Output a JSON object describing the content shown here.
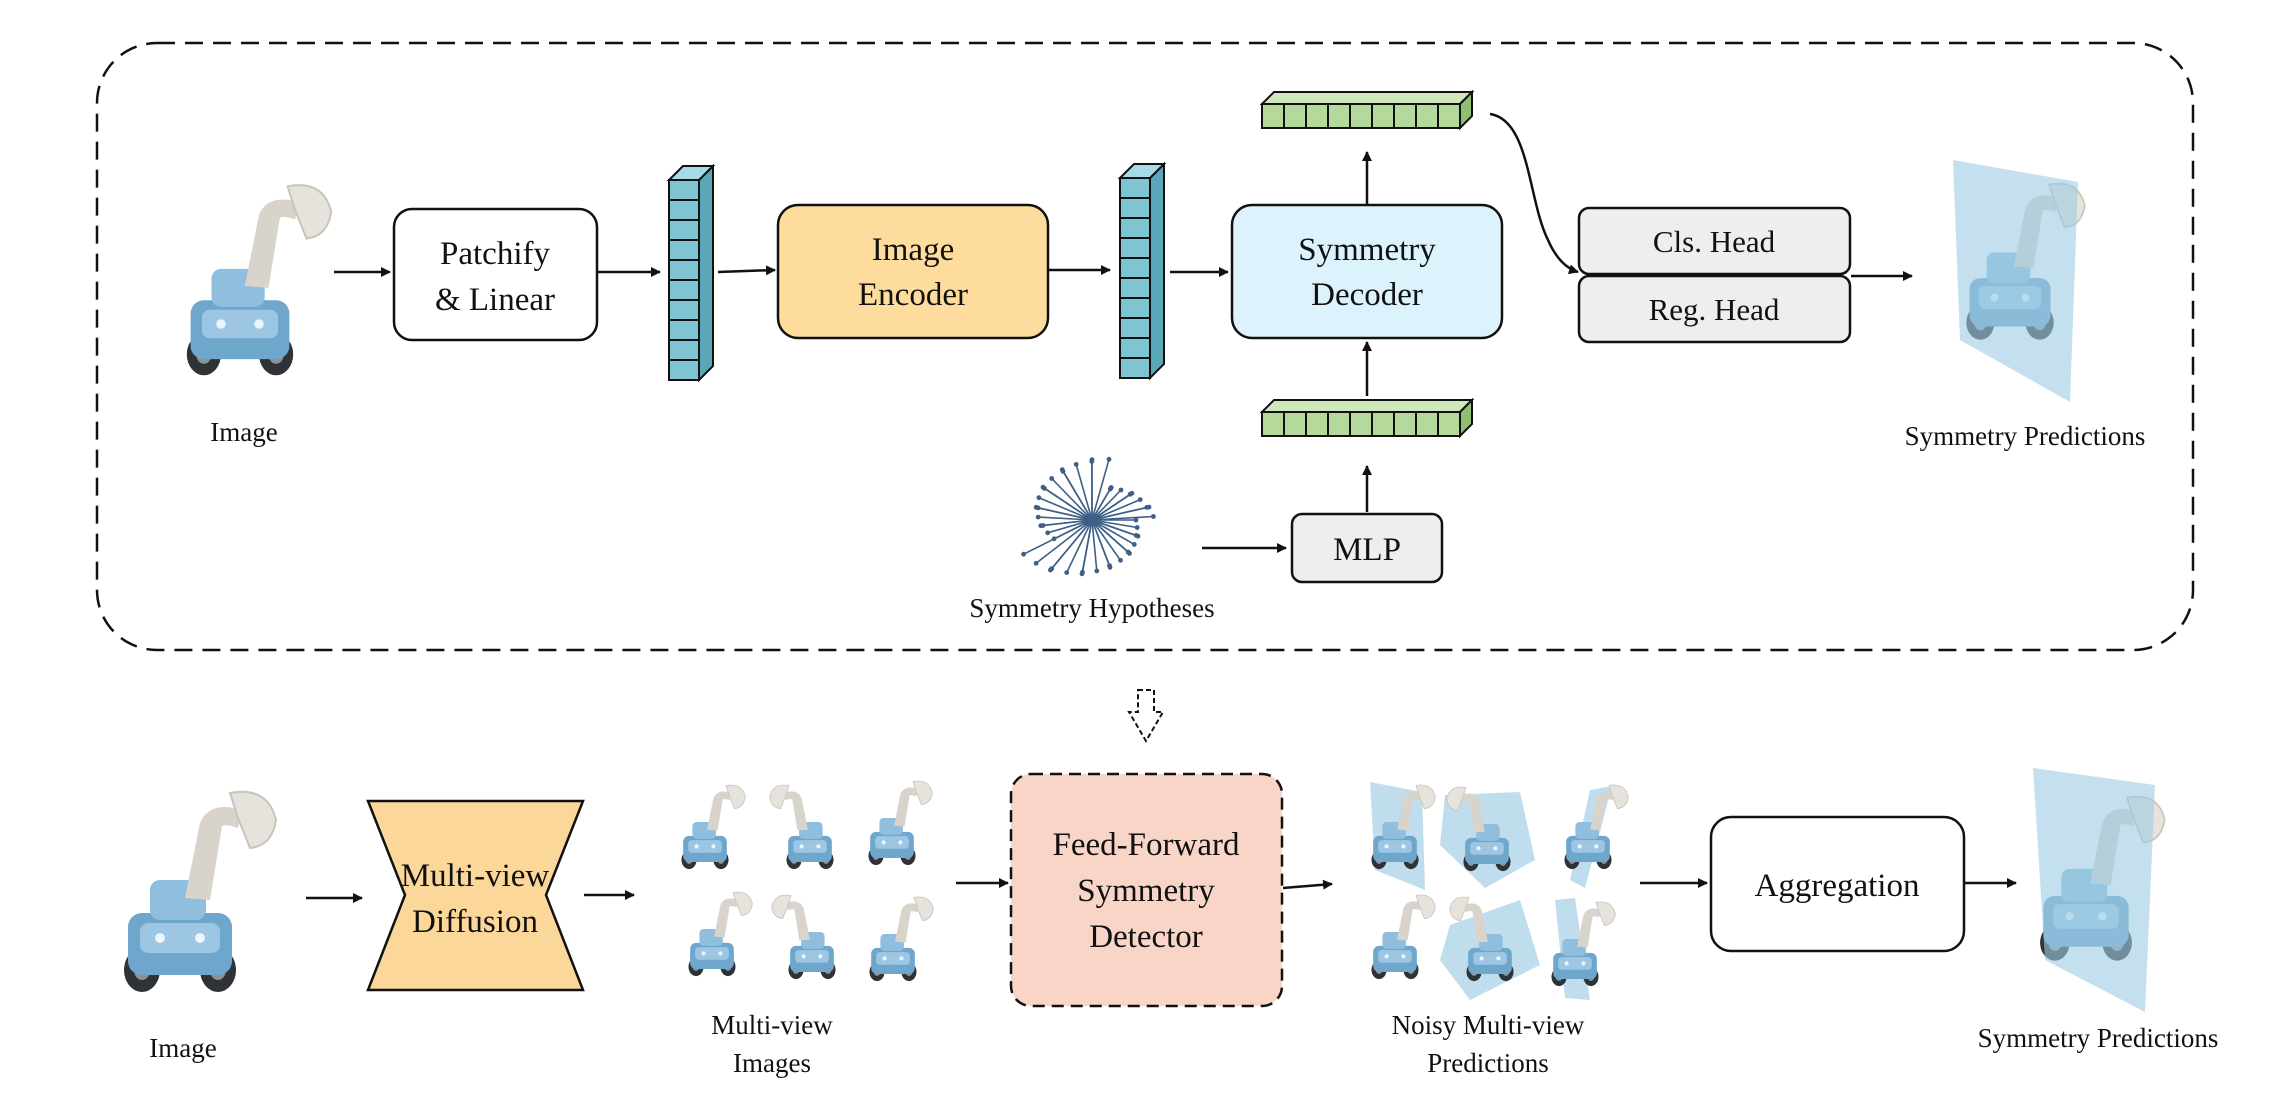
{
  "top": {
    "image_label": "Image",
    "patchify_line1": "Patchify",
    "patchify_line2": "& Linear",
    "encoder_line1": "Image",
    "encoder_line2": "Encoder",
    "decoder_line1": "Symmetry",
    "decoder_line2": "Decoder",
    "cls_head": "Cls. Head",
    "reg_head": "Reg. Head",
    "mlp": "MLP",
    "hypotheses_label": "Symmetry Hypotheses",
    "predictions_label": "Symmetry Predictions"
  },
  "bottom": {
    "image_label": "Image",
    "diffusion_line1": "Multi-view",
    "diffusion_line2": "Diffusion",
    "mv_images_line1": "Multi-view",
    "mv_images_line2": "Images",
    "detector_line1": "Feed-Forward",
    "detector_line2": "Symmetry",
    "detector_line3": "Detector",
    "noisy_line1": "Noisy Multi-view",
    "noisy_line2": "Predictions",
    "aggregation": "Aggregation",
    "predictions_label": "Symmetry Predictions"
  },
  "colors": {
    "encoder_fill": "#FDDC9E",
    "decoder_fill": "#DCF2FC",
    "head_fill": "#EEEEEE",
    "token_green": "#B5D99A",
    "token_teal": "#7FC4D2",
    "detector_fill": "#F8D5C6",
    "diffusion_fill": "#FCD79A",
    "plane_blue": "#9DCBE3",
    "robot_blue": "#6FA6CC",
    "hypothesis_blue": "#3E5F86"
  },
  "icons": [
    "robot-icon",
    "symmetry-plane-icon",
    "hypothesis-star-icon",
    "token-stack-icon",
    "token-row-icon",
    "dashed-down-arrow-icon"
  ]
}
